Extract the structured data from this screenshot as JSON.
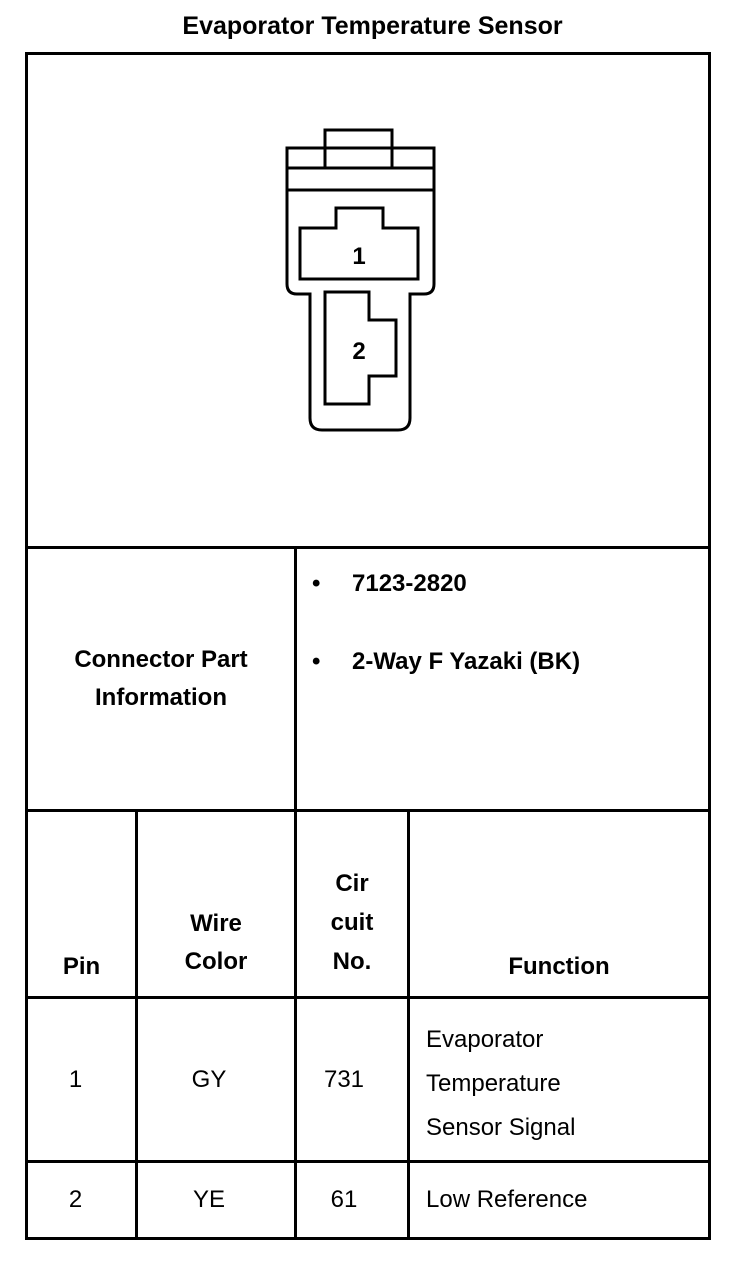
{
  "title": "Evaporator Temperature Sensor",
  "connector_diagram": {
    "pin_labels": [
      "1",
      "2"
    ]
  },
  "part_info": {
    "label_line1": "Connector Part",
    "label_line2": "Information",
    "bullets": [
      "7123-2820",
      "2-Way F Yazaki (BK)"
    ],
    "bullet_char": "•"
  },
  "table": {
    "headers": {
      "pin": "Pin",
      "wire_color": [
        "Wire",
        "Color"
      ],
      "circuit_no": [
        "Cir",
        "cuit",
        "No."
      ],
      "function": "Function"
    },
    "rows": [
      {
        "pin": "1",
        "wire_color": "GY",
        "circuit_no": "731",
        "function": [
          "Evaporator",
          "Temperature",
          "Sensor Signal"
        ]
      },
      {
        "pin": "2",
        "wire_color": "YE",
        "circuit_no": "61",
        "function": [
          "Low Reference"
        ]
      }
    ]
  }
}
